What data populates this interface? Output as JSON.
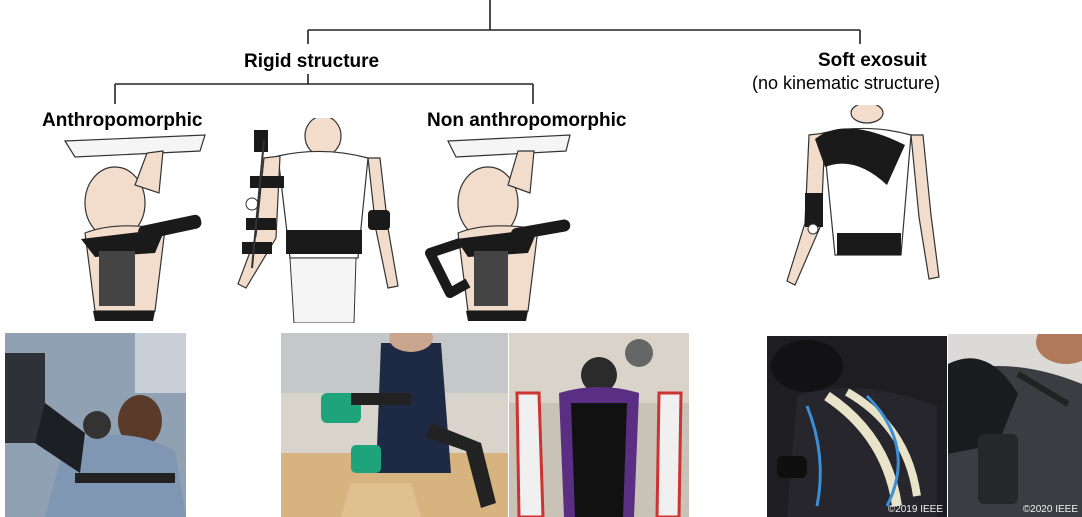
{
  "root": {
    "rigid": {
      "title": "Rigid structure",
      "anthro": "Anthropomorphic",
      "nonanthro": "Non anthropomorphic"
    },
    "soft": {
      "title": "Soft exosuit",
      "subtitle": "(no kinematic structure)"
    }
  },
  "photos": {
    "credit_a": "©2019 IEEE",
    "credit_b": "©2020 IEEE"
  },
  "colors": {
    "line": "#000000",
    "skin": "#f2dccb",
    "strap": "#1a1a1a"
  }
}
